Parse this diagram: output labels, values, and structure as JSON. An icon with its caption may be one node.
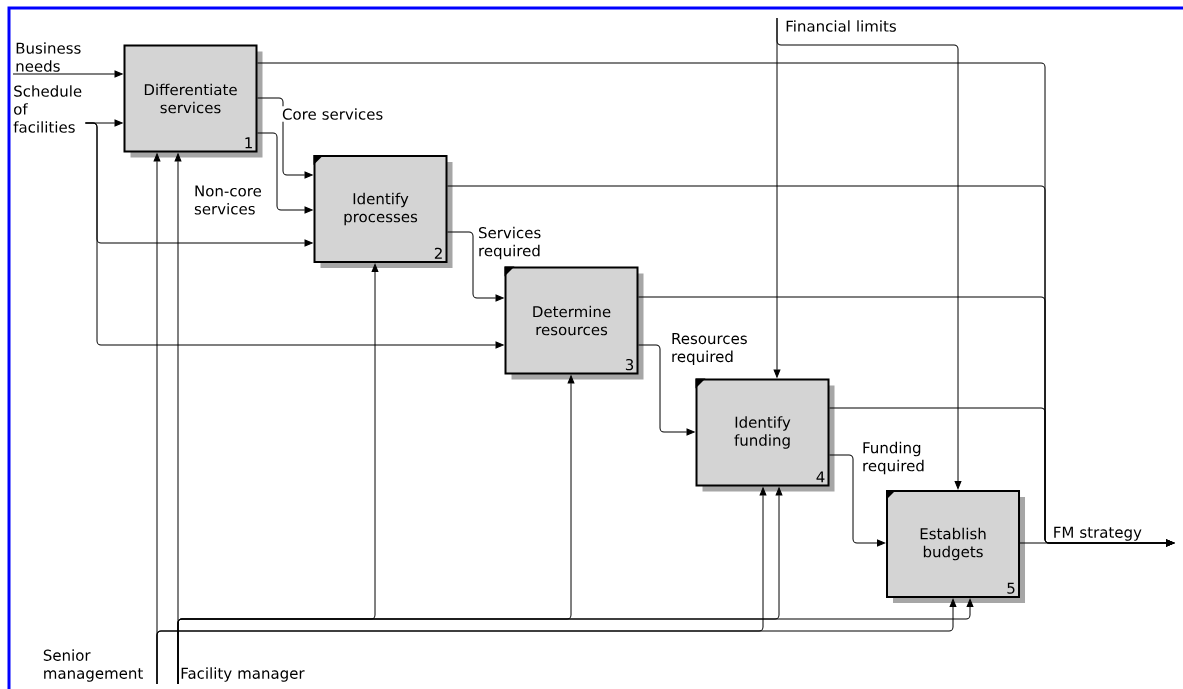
{
  "diagram": {
    "nodes": [
      {
        "text": [
          "Business needs"
        ]
      },
      {
        "text": [
          "Schedule of facilities"
        ]
      },
      {
        "text": [
          "Differentiate services",
          "1"
        ]
      },
      {
        "text": [
          "Identify processes",
          "2"
        ]
      },
      {
        "text": [
          "Determine resources",
          "3"
        ]
      },
      {
        "text": [
          "Identify funding",
          "4"
        ]
      },
      {
        "text": [
          "Establish budgets",
          "5"
        ]
      },
      {
        "text": [
          "Financial limits"
        ]
      },
      {
        "text": [
          "FM strategy"
        ]
      },
      {
        "text": [
          "Senior management"
        ]
      },
      {
        "text": [
          "Facility manager"
        ]
      }
    ],
    "edges": [
      {
        "from": 0,
        "to": 2,
        "arrow": "to"
      },
      {
        "from": 1,
        "to": 2,
        "arrow": "to"
      },
      {
        "from": 1,
        "to": 3,
        "arrow": "to"
      },
      {
        "from": 1,
        "to": 4,
        "arrow": "to"
      },
      {
        "from": 2,
        "to": 3,
        "arrow": "to",
        "label": "Core services"
      },
      {
        "from": 2,
        "to": 3,
        "arrow": "to",
        "label": "Non-core services"
      },
      {
        "from": 3,
        "to": 4,
        "arrow": "to",
        "label": "Services required"
      },
      {
        "from": 4,
        "to": 5,
        "arrow": "to",
        "label": "Resources required"
      },
      {
        "from": 5,
        "to": 6,
        "arrow": "to",
        "label": "Funding required"
      },
      {
        "from": 7,
        "to": 5,
        "arrow": "to"
      },
      {
        "from": 7,
        "to": 6,
        "arrow": "to"
      },
      {
        "from": 9,
        "to": 2,
        "arrow": "to"
      },
      {
        "from": 9,
        "to": 5,
        "arrow": "to"
      },
      {
        "from": 9,
        "to": 6,
        "arrow": "to"
      },
      {
        "from": 10,
        "to": 2,
        "arrow": "to"
      },
      {
        "from": 10,
        "to": 3,
        "arrow": "to"
      },
      {
        "from": 10,
        "to": 4,
        "arrow": "to"
      },
      {
        "from": 10,
        "to": 5,
        "arrow": "to"
      },
      {
        "from": 10,
        "to": 6,
        "arrow": "to"
      },
      {
        "from": 2,
        "to": 8,
        "arrow": "to"
      },
      {
        "from": 3,
        "to": 8,
        "arrow": "to"
      },
      {
        "from": 4,
        "to": 8,
        "arrow": "to"
      },
      {
        "from": 5,
        "to": 8,
        "arrow": "to"
      },
      {
        "from": 6,
        "to": 8,
        "arrow": "to"
      }
    ]
  }
}
